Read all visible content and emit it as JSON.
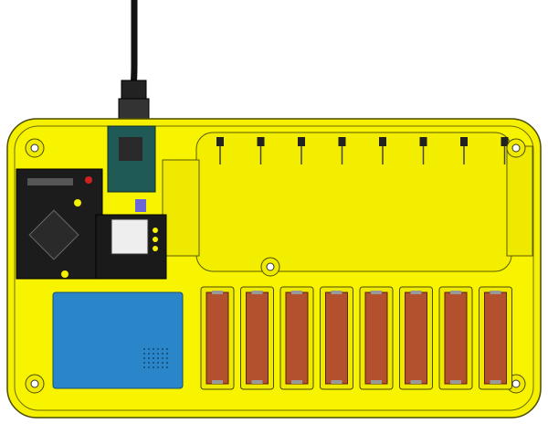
{
  "scene": {
    "subject": "battery-charger-enclosure-cad-render",
    "battery_slot_count": 8,
    "clip_count": 8,
    "colors": {
      "enclosure": "#f5f000",
      "enclosure_edge": "#5a5a00",
      "board_dark": "#1a1a1a",
      "nano_board": "#1f5a57",
      "touch_pad": "#2a86c8",
      "battery_wood": "#b3502e",
      "cable": "#111111"
    },
    "icons": [
      "usb-cable-icon",
      "screw-hole-icon"
    ]
  }
}
